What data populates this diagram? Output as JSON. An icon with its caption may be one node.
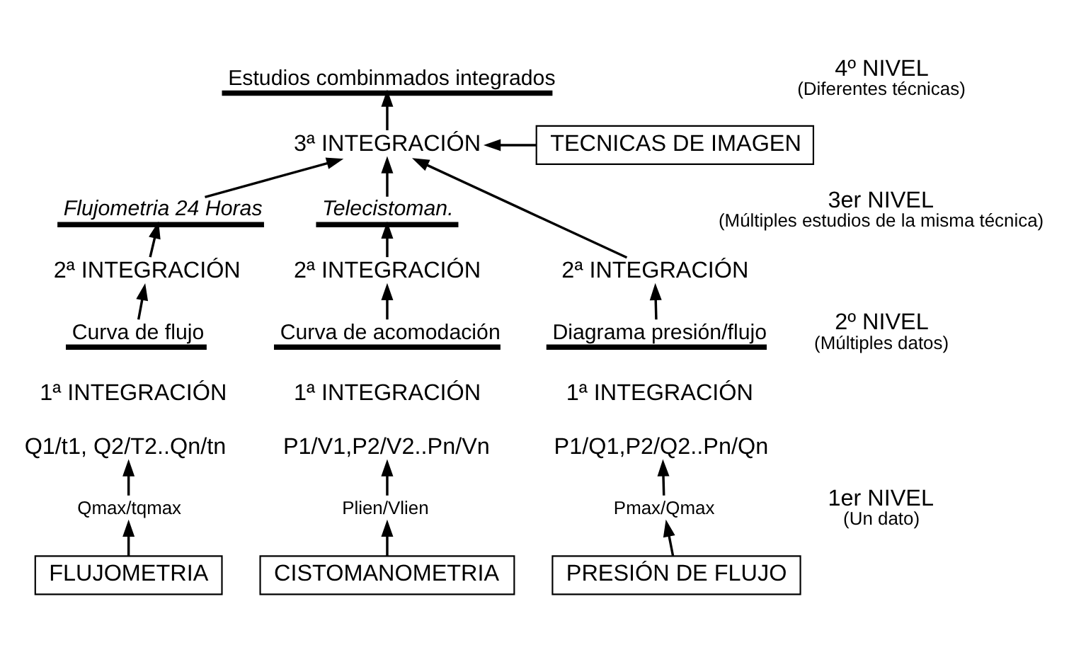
{
  "diagram": {
    "nodes": [
      {
        "text": [
          "Estudios combinmados integrados"
        ]
      },
      {
        "text": [
          "3ª INTEGRACIÓN"
        ]
      },
      {
        "text": [
          "TECNICAS DE IMAGEN"
        ]
      },
      {
        "text": [
          "Flujometria 24 Horas"
        ]
      },
      {
        "text": [
          "Telecistoman."
        ]
      },
      {
        "text": [
          "2ª INTEGRACIÓN"
        ]
      },
      {
        "text": [
          "2ª INTEGRACIÓN"
        ]
      },
      {
        "text": [
          "2ª INTEGRACIÓN"
        ]
      },
      {
        "text": [
          "Curva de flujo"
        ]
      },
      {
        "text": [
          "Curva de acomodación"
        ]
      },
      {
        "text": [
          "Diagrama presión/flujo"
        ]
      },
      {
        "text": [
          "Q1/t1, Q2/T2..Qn/tn"
        ]
      },
      {
        "text": [
          "P1/V1,P2/V2..Pn/Vn"
        ]
      },
      {
        "text": [
          "P1/Q1,P2/Q2..Pn/Qn"
        ]
      },
      {
        "text": [
          "Qmax/tqmax"
        ]
      },
      {
        "text": [
          "Plien/Vlien"
        ]
      },
      {
        "text": [
          "Pmax/Qmax"
        ]
      },
      {
        "text": [
          "FLUJOMETRIA"
        ]
      },
      {
        "text": [
          "CISTOMANOMETRIA"
        ]
      },
      {
        "text": [
          "PRESIÓN DE FLUJO"
        ]
      }
    ],
    "edges": [
      {
        "from": 17,
        "to": 14,
        "arrow": "to"
      },
      {
        "from": 14,
        "to": 11,
        "arrow": "to"
      },
      {
        "from": 18,
        "to": 15,
        "arrow": "to"
      },
      {
        "from": 15,
        "to": 12,
        "arrow": "to"
      },
      {
        "from": 19,
        "to": 16,
        "arrow": "to"
      },
      {
        "from": 16,
        "to": 13,
        "arrow": "to"
      },
      {
        "from": 8,
        "to": 5,
        "arrow": "to"
      },
      {
        "from": 9,
        "to": 6,
        "arrow": "to"
      },
      {
        "from": 10,
        "to": 7,
        "arrow": "to"
      },
      {
        "from": 5,
        "to": 3,
        "arrow": "to"
      },
      {
        "from": 6,
        "to": 4,
        "arrow": "to"
      },
      {
        "from": 3,
        "to": 1,
        "arrow": "to"
      },
      {
        "from": 4,
        "to": 1,
        "arrow": "to"
      },
      {
        "from": 7,
        "to": 1,
        "arrow": "to"
      },
      {
        "from": 2,
        "to": 1,
        "arrow": "to"
      },
      {
        "from": 1,
        "to": 0,
        "arrow": "to"
      }
    ],
    "labels": [
      "4º NIVEL",
      "(Diferentes técnicas)",
      "3er NIVEL",
      "(Múltiples estudios de la misma técnica)",
      "2º NIVEL",
      "(Múltiples datos)",
      "1ª INTEGRACIÓN",
      "1ª INTEGRACIÓN",
      "1ª INTEGRACIÓN",
      "1er NIVEL",
      "(Un dato)"
    ]
  }
}
